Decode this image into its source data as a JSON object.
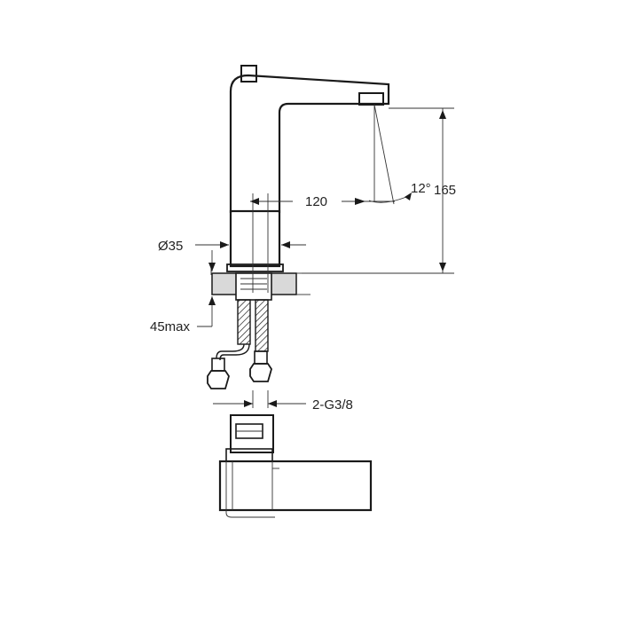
{
  "dimensions": {
    "reach": "120",
    "height": "165",
    "angle": "12°",
    "diameter": "Ø35",
    "deck_thickness": "45max",
    "connection": "2-G3/8"
  },
  "colors": {
    "line": "#1a1a1a",
    "background": "#ffffff"
  }
}
